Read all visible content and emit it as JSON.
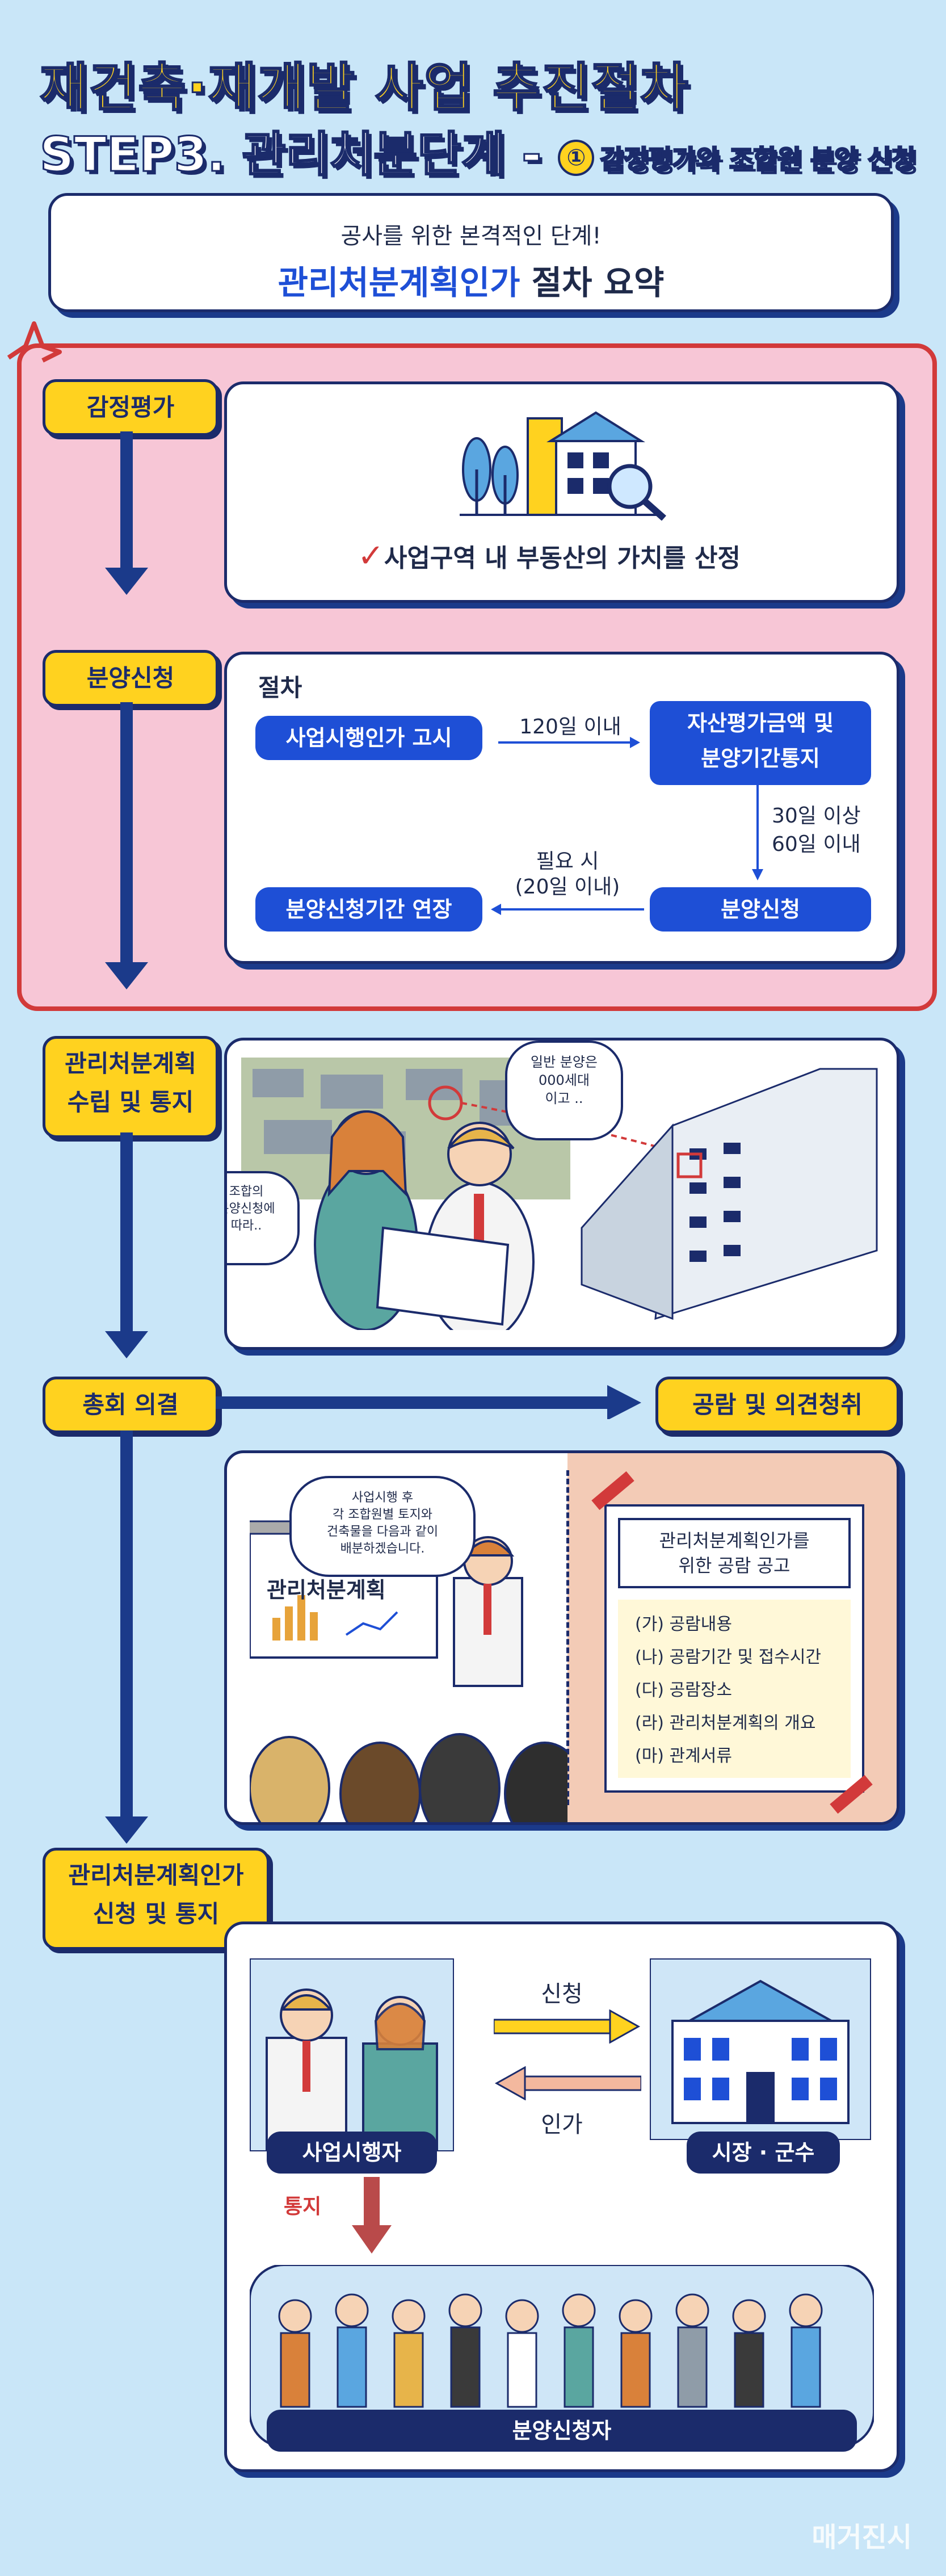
{
  "header": {
    "title_line1": "재건축·재개발 사업 추진절차",
    "title_line2": "STEP3. 관리처분단계 -",
    "step_number": "①",
    "title_line2_sub": "감정평가와 조합원 분양 신청"
  },
  "summary": {
    "line1": "공사를 위한 본격적인 단계!",
    "highlight": "관리처분계획인가",
    "rest": " 절차 요약"
  },
  "step1": {
    "label": "감정평가",
    "check_text": "사업구역 내 부동산의 가치를 산정"
  },
  "step2": {
    "label": "분양신청",
    "procedure_title": "절차",
    "box_notice": "사업시행인가 고시",
    "arrow1_text": "120일 이내",
    "box_value": "자산평가금액 및\n분양기간통지",
    "arrow2_text_a": "30일 이상",
    "arrow2_text_b": "60일 이내",
    "box_apply": "분양신청",
    "arrow3_text_a": "필요 시",
    "arrow3_text_b": "(20일 이내)",
    "box_extend": "분양신청기간 연장"
  },
  "step3": {
    "label_a": "관리처분계획",
    "label_b": "수립 및 통지",
    "bubble_right": "일반 분양은\n000세대\n이고 ..",
    "bubble_left": "조합의\n분양신청에\n따라.."
  },
  "step4": {
    "label": "총회 의결",
    "right_label": "공람 및 의견청취",
    "bubble": "사업시행 후\n각 조합원별 토지와\n건축물을 다음과 같이\n배분하겠습니다.",
    "board_title": "관리처분계획",
    "notice_title": "관리처분계획인가를\n위한 공람 공고",
    "notice_items": [
      "(가) 공람내용",
      "(나) 공람기간 및 접수시간",
      "(다) 공람장소",
      "(라) 관리처분계획의 개요",
      "(마) 관계서류"
    ]
  },
  "step5": {
    "label_a": "관리처분계획인가",
    "label_b": "신청 및 통지",
    "apply": "신청",
    "approve": "인가",
    "executor": "사업시행자",
    "mayor": "시장 · 군수",
    "notify": "통지",
    "applicants": "분양신청자"
  },
  "footer": {
    "brand": "매거진시"
  },
  "colors": {
    "navy": "#1b2b6b",
    "blue": "#1e4fd6",
    "yellow": "#ffd21f",
    "pink": "#f7c6d6",
    "red": "#d23a3a",
    "bg": "#c9e6f8"
  }
}
